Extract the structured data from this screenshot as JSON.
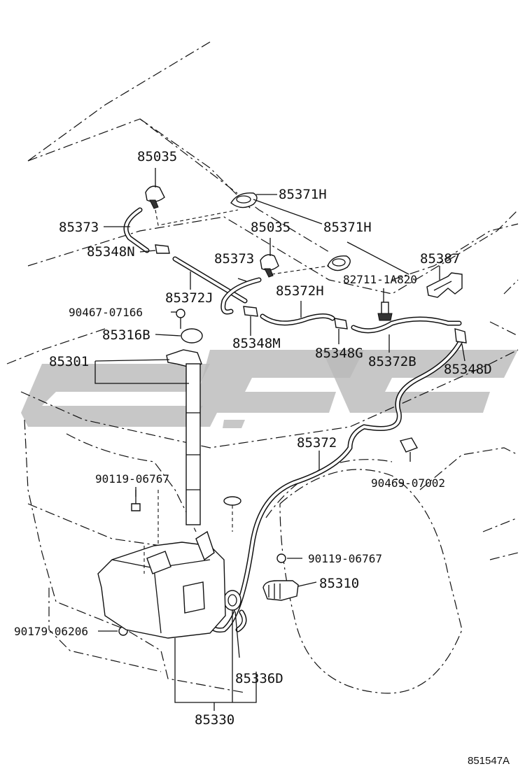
{
  "labels": [
    {
      "text": "85035"
    },
    {
      "text": "85371H"
    },
    {
      "text": "85373"
    },
    {
      "text": "85035"
    },
    {
      "text": "85371H"
    },
    {
      "text": "85348N"
    },
    {
      "text": "85373"
    },
    {
      "text": "85387"
    },
    {
      "text": "82711-1A820"
    },
    {
      "text": "85372J"
    },
    {
      "text": "85372H"
    },
    {
      "text": "90467-07166"
    },
    {
      "text": "85316B"
    },
    {
      "text": "85348M"
    },
    {
      "text": "85348G"
    },
    {
      "text": "85372B"
    },
    {
      "text": "85301"
    },
    {
      "text": "85348D"
    },
    {
      "text": "85372"
    },
    {
      "text": "90119-06767"
    },
    {
      "text": "90469-07002"
    },
    {
      "text": "90119-06767"
    },
    {
      "text": "85310"
    },
    {
      "text": "90179-06206"
    },
    {
      "text": "85336D"
    },
    {
      "text": "85330"
    }
  ],
  "figure_code": "851547A",
  "watermark": {
    "color": "#b9b9b9"
  }
}
